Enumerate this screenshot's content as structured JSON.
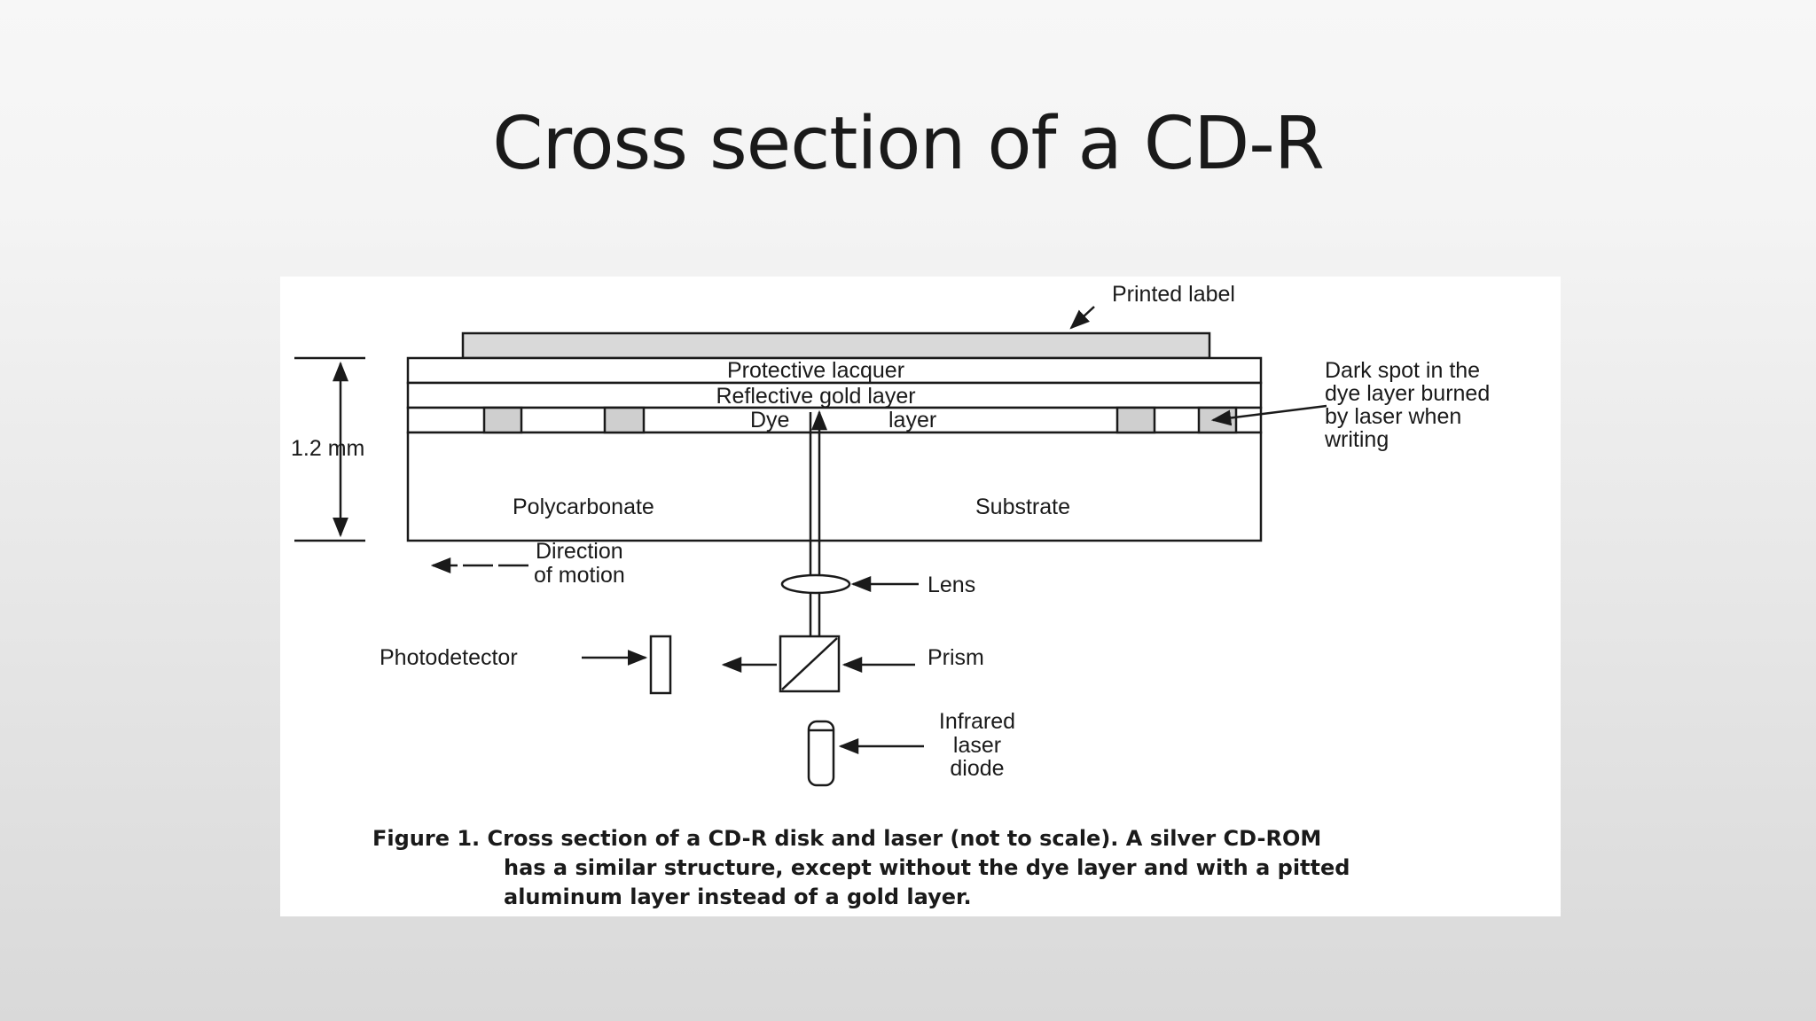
{
  "slide": {
    "title": "Cross section of a CD-R"
  },
  "figure": {
    "labels": {
      "printed_label": "Printed label",
      "protective_lacquer": "Protective lacquer",
      "reflective_gold_layer": "Reflective gold layer",
      "dye": "Dye",
      "layer": "layer",
      "thickness": "1.2 mm",
      "polycarbonate": "Polycarbonate",
      "substrate": "Substrate",
      "direction_line1": "Direction",
      "direction_line2": "of motion",
      "lens": "Lens",
      "photodetector": "Photodetector",
      "prism": "Prism",
      "infrared_line1": "Infrared",
      "infrared_line2": "laser",
      "infrared_line3": "diode",
      "dark_spot_line1": "Dark spot in the",
      "dark_spot_line2": "dye layer burned",
      "dark_spot_line3": "by laser when",
      "dark_spot_line4": "writing"
    },
    "caption": {
      "line1": "Figure 1. Cross section of a CD-R disk and laser (not to scale). A silver CD-ROM",
      "line2": "has a similar structure, except without the dye layer and with a pitted",
      "line3": "aluminum layer instead of a gold layer."
    }
  }
}
